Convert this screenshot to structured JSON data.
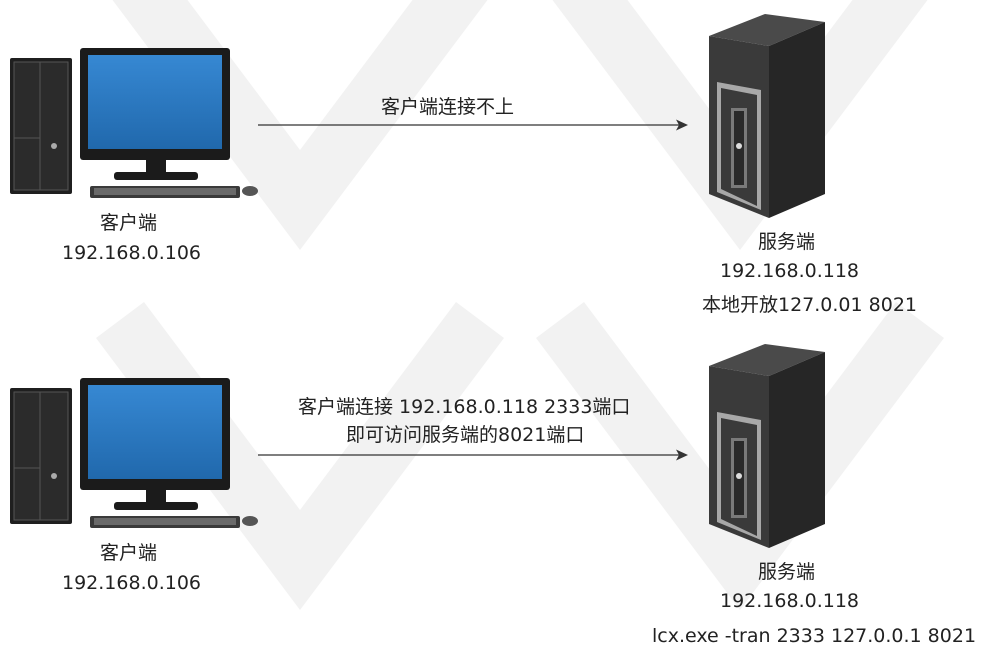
{
  "scenarios": [
    {
      "client": {
        "name": "客户端",
        "ip": "192.168.0.106"
      },
      "connection": {
        "lines": [
          "客户端连接不上"
        ]
      },
      "server": {
        "name": "服务端",
        "ip": "192.168.0.118",
        "note": "本地开放127.0.01 8021"
      }
    },
    {
      "client": {
        "name": "客户端",
        "ip": "192.168.0.106"
      },
      "connection": {
        "lines": [
          "客户端连接 192.168.0.118 2333端口",
          "即可访问服务端的8021端口"
        ]
      },
      "server": {
        "name": "服务端",
        "ip": "192.168.0.118",
        "note": "lcx.exe -tran 2333 127.0.0.1 8021"
      }
    }
  ],
  "colors": {
    "screen": "#2a78c2",
    "monitor_frame": "#1b1b1b",
    "server_body": "#2e2e2e",
    "arrow": "#333333",
    "watermark": "#f3f3f3"
  }
}
